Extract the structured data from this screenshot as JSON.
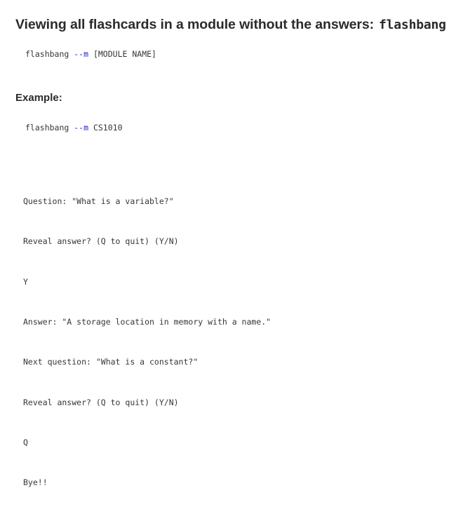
{
  "document": {
    "title_prefix": "Viewing all flashcards in a module without the answers:",
    "title_command": "flashbang",
    "section_heading": "Example:"
  },
  "usage_code": {
    "command": "flashbang ",
    "flag": "--m",
    "argument": " [MODULE NAME]"
  },
  "example_code": {
    "command": "flashbang ",
    "flag": "--m",
    "argument": " CS1010"
  },
  "terminal_output": {
    "lines": [
      "Question: \"What is a variable?\"",
      "Reveal answer? (Q to quit) (Y/N)",
      "Y",
      "Answer: \"A storage location in memory with a name.\"",
      "Next question: \"What is a constant?\"",
      "Reveal answer? (Q to quit) (Y/N)",
      "Q",
      "Bye!!"
    ]
  },
  "colors": {
    "text": "#2b2b2b",
    "code_text": "#33373b",
    "flag_accent": "#2222bb",
    "background": "#ffffff"
  }
}
